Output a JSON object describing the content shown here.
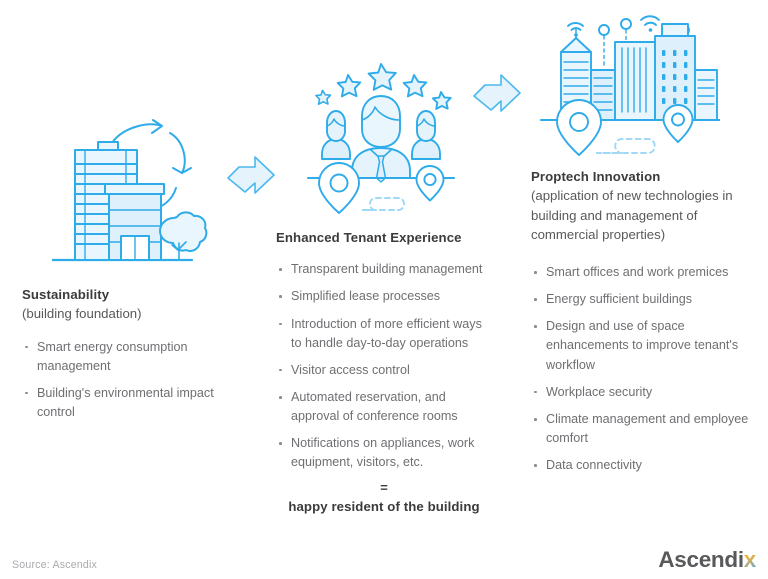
{
  "columns": {
    "sustainability": {
      "title": "Sustainability",
      "subtitle": "(building foundation)",
      "bullets": [
        "Smart energy consumption management",
        "Building's environmental impact control"
      ]
    },
    "tenant": {
      "title": "Enhanced Tenant Experience",
      "bullets": [
        "Transparent building management",
        "Simplified lease processes",
        "Introduction of more efficient ways to handle day-to-day operations",
        "Visitor access control",
        "Automated reservation, and approval of conference rooms",
        "Notifications on appliances, work equipment, visitors, etc."
      ],
      "equals_sign": "=",
      "conclusion": "happy resident of the building"
    },
    "proptech": {
      "title": "Proptech Innovation",
      "subtitle": "(application of new technologies in building and management of commercial properties)",
      "bullets": [
        "Smart offices and work premices",
        "Energy sufficient buildings",
        "Design and use of space enhancements to improve tenant's workflow",
        "Workplace security",
        "Climate management and employee comfort",
        "Data connectivity"
      ]
    }
  },
  "illustrations": {
    "sustainability_icon": "green-building-recycle-icon",
    "tenant_icon": "people-five-stars-icon",
    "proptech_icon": "smart-city-wifi-icon",
    "arrow_1": "arrow-up-right-icon",
    "arrow_2": "arrow-up-right-icon"
  },
  "footer": {
    "source": "Source: Ascendix",
    "logo_text": "Ascendi",
    "logo_accent": "x"
  },
  "colors": {
    "brand_blue": "#2eabe9",
    "fill_blue": "#e4f3fc",
    "heading": "#3b3b3d",
    "subtitle": "#58595b",
    "body": "#6e6f72",
    "muted": "#a9aaad",
    "logo_accent_orange": "#f8a01c"
  }
}
